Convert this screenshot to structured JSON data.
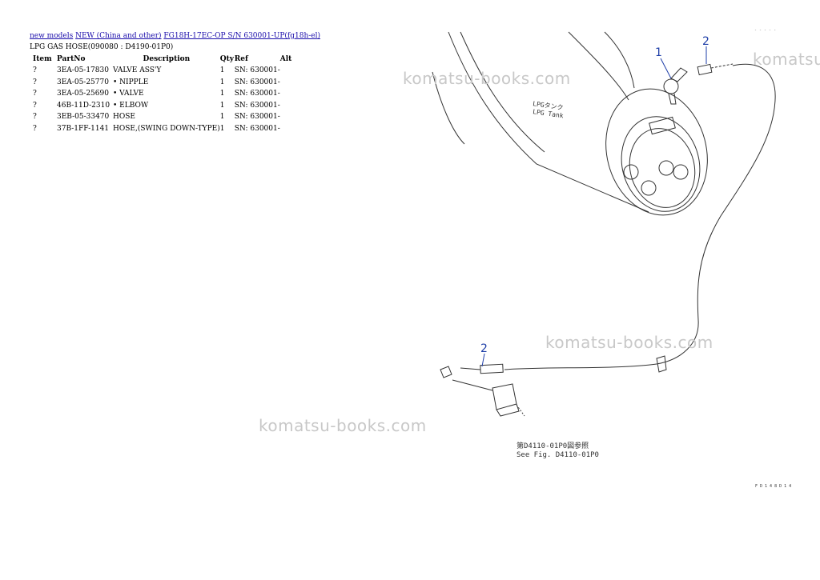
{
  "breadcrumb": {
    "link1": "new models",
    "link2": "NEW (China and other)",
    "link3": "FG18H-17EC-OP S/N 630001-UP(fg18h-el)"
  },
  "subtitle": "LPG GAS HOSE(090080 : D4190-01P0)",
  "table": {
    "headers": {
      "item": "Item",
      "partno": "PartNo",
      "description": "Description",
      "qty": "Qty",
      "ref": "Ref",
      "alt": "Alt"
    },
    "rows": [
      {
        "item": "?",
        "partno": "3EA-05-17830",
        "description": "VALVE ASS'Y",
        "qty": "1",
        "ref": "SN: 630001-"
      },
      {
        "item": "?",
        "partno": "3EA-05-25770",
        "description": "• NIPPLE",
        "qty": "1",
        "ref": "SN: 630001-"
      },
      {
        "item": "?",
        "partno": "3EA-05-25690",
        "description": "• VALVE",
        "qty": "1",
        "ref": "SN: 630001-"
      },
      {
        "item": "?",
        "partno": "46B-11D-2310",
        "description": "• ELBOW",
        "qty": "1",
        "ref": "SN: 630001-"
      },
      {
        "item": "?",
        "partno": "3EB-05-33470",
        "description": "HOSE",
        "qty": "1",
        "ref": "SN: 630001-"
      },
      {
        "item": "?",
        "partno": "37B-1FF-1141",
        "description": "HOSE,(SWING DOWN-TYPE)",
        "qty": "1",
        "ref": "SN: 630001-"
      }
    ]
  },
  "diagram": {
    "callout_1": "1",
    "callout_2a": "2",
    "callout_2b": "2",
    "tank_label_jp": "LPGタンク",
    "tank_label_en": "LPG Tank",
    "see_fig_jp": "第D4110-01P0図参照",
    "see_fig_en": "See Fig. D4110-01P0",
    "page_code": "F D 1 4 8 D 1 4",
    "corner_code": "- - - - -"
  },
  "watermarks": {
    "w1": "komatsu-books.com",
    "w2": "komatsu-books.com",
    "w3": "komatsu-books.com",
    "w4": "komatsu-books.com"
  },
  "colors": {
    "link": "#1a0dab",
    "callout": "#1f3fa8",
    "watermark": "#c8c8c8",
    "line": "#333333"
  }
}
